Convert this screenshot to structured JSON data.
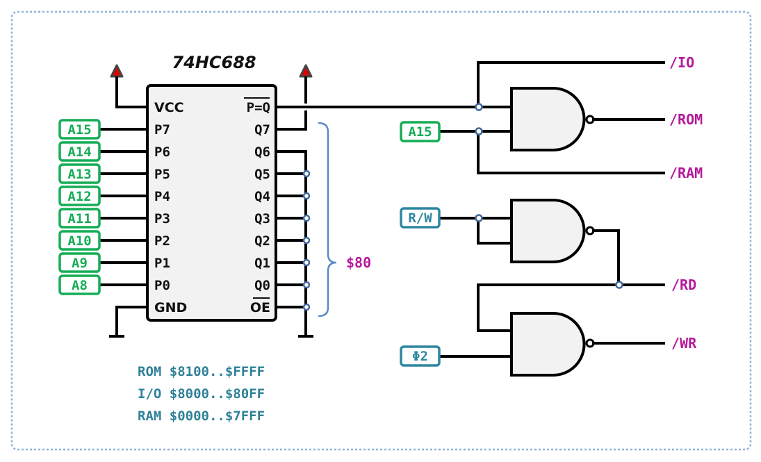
{
  "chip": {
    "name": "74HC688",
    "left_pins": [
      "VCC",
      "P7",
      "P6",
      "P5",
      "P4",
      "P3",
      "P2",
      "P1",
      "P0",
      "GND"
    ],
    "right_pins": [
      "P=Q",
      "Q7",
      "Q6",
      "Q5",
      "Q4",
      "Q3",
      "Q2",
      "Q1",
      "Q0",
      "OE"
    ],
    "overlined_right_pins": [
      "P=Q",
      "OE"
    ]
  },
  "address_inputs": [
    "A15",
    "A14",
    "A13",
    "A12",
    "A11",
    "A10",
    "A9",
    "A8"
  ],
  "compare_value": "$80",
  "memory_map": [
    {
      "label": "ROM",
      "range": "$8100..$FFFF"
    },
    {
      "label": "I/O",
      "range": "$8000..$80FF"
    },
    {
      "label": "RAM",
      "range": "$0000..$7FFF"
    }
  ],
  "gate_inputs": {
    "a15": "A15",
    "rw": "R/W",
    "phi2": "Φ2"
  },
  "outputs": {
    "io": "/IO",
    "rom": "/ROM",
    "ram": "/RAM",
    "rd": "/RD",
    "wr": "/WR"
  },
  "colors": {
    "address_tag": "#14ad55",
    "control_tag": "#2f86a0",
    "output_signal": "#b5199a",
    "memory_map_text": "#2f8198",
    "junction": "#41689c",
    "vcc_marker": "#e00000"
  }
}
